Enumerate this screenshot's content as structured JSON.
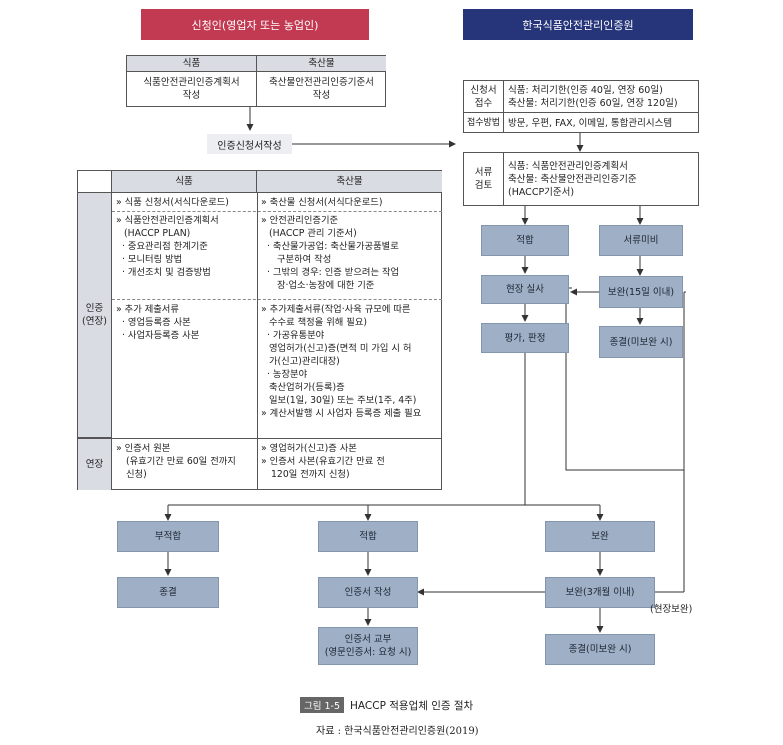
{
  "headers": {
    "applicant": "신청인(영업자 또는 농업인)",
    "agency": "한국식품안전관리인증원"
  },
  "plan_table": {
    "food_head": "식품",
    "livestock_head": "축산물",
    "food_body": [
      "식품안전관리인증계획서",
      "작성"
    ],
    "livestock_body": [
      "축산물안전관리인증기준서",
      "작성"
    ]
  },
  "application_step": "인증신청서작성",
  "intake": {
    "row1_label": [
      "신청서",
      "접수"
    ],
    "row1_text": [
      "식품: 처리기한(인증 40일, 연장 60일)",
      "축산물: 처리기한(인증 60일, 연장 120일)"
    ],
    "row2_label": "접수방법",
    "row2_text": "방문, 우편, FAX, 이메일, 통합관리시스템"
  },
  "review": {
    "label": [
      "서류",
      "검토"
    ],
    "text": [
      "식품: 식품안전관리인증계획서",
      "축산물: 축산물안전관리인증기준",
      "(HACCP기준서)"
    ]
  },
  "docs_table": {
    "food_head": "식품",
    "livestock_head": "축산물",
    "cert_label": [
      "인증",
      "(연장)"
    ],
    "renew_label": "연장",
    "food_r1": [
      "» 식품 신청서(서식다운로드)"
    ],
    "livestock_r1": [
      "» 축산물 신청서(서식다운로드)"
    ],
    "food_r2": [
      "» 식품안전관리인증계획서",
      "(HACCP PLAN)",
      "· 중요관리점 한계기준",
      "· 모니터링 방법",
      "· 개선조치 및 검증방법"
    ],
    "livestock_r2": [
      "» 안전관리인증기준",
      "(HACCP 관리 기준서)",
      "· 축산물가공업: 축산물가공품별로",
      "구분하여 작성",
      "· 그밖의 경우: 인증 받으려는 작업",
      "장·업소·농장에 대한 기준"
    ],
    "food_r3": [
      "» 추가 제출서류",
      "· 영업등록증 사본",
      "· 사업자등록증 사본"
    ],
    "livestock_r3": [
      "» 추가제출서류(작업·사육 규모에 따른",
      "수수료 책정을 위해 필요)",
      "· 가공유통분야",
      "영업허가(신고)증(면적 미 가입 시 허",
      "가(신고)관리대장)",
      "· 농장분야",
      "축산업허가(등록)증",
      "일보(1일, 30일) 또는 주보(1주, 4주)",
      "» 계산서발행 시 사업자 등록증 제출 필요"
    ],
    "food_r4": [
      "» 인증서 원본",
      "(유효기간 만료 60일 전까지",
      "신청)"
    ],
    "livestock_r4": [
      "» 영업허가(신고)증 사본",
      "» 인증서 사본(유효기간 만료 전",
      "120일 전까지 신청)"
    ]
  },
  "flow": {
    "pass": "적합",
    "incomplete": "서류미비",
    "site": "현장 실사",
    "supplement15": "보완(15일 이내)",
    "evaluate": "평가, 판정",
    "terminate_incomplete": "종결(미보완 시)",
    "nonconform": "부적합",
    "end": "종결",
    "conform": "적합",
    "cert_write": "인증서 작성",
    "cert_issue": [
      "인증서 교부",
      "(영문인증서: 요청 시)"
    ],
    "supplement": "보완",
    "supplement3m": "보완(3개월 이내)",
    "terminate": "종결(미보완 시)",
    "site_supplement": "(현장보완)"
  },
  "caption": {
    "badge": "그림 1-5",
    "title": "HACCP 적용업체 인증 절차",
    "source": "자료 : 한국식품안전관리인증원(2019)"
  },
  "colors": {
    "red": "#c23a52",
    "navy": "#26347a",
    "node": "#9fb0c6"
  }
}
